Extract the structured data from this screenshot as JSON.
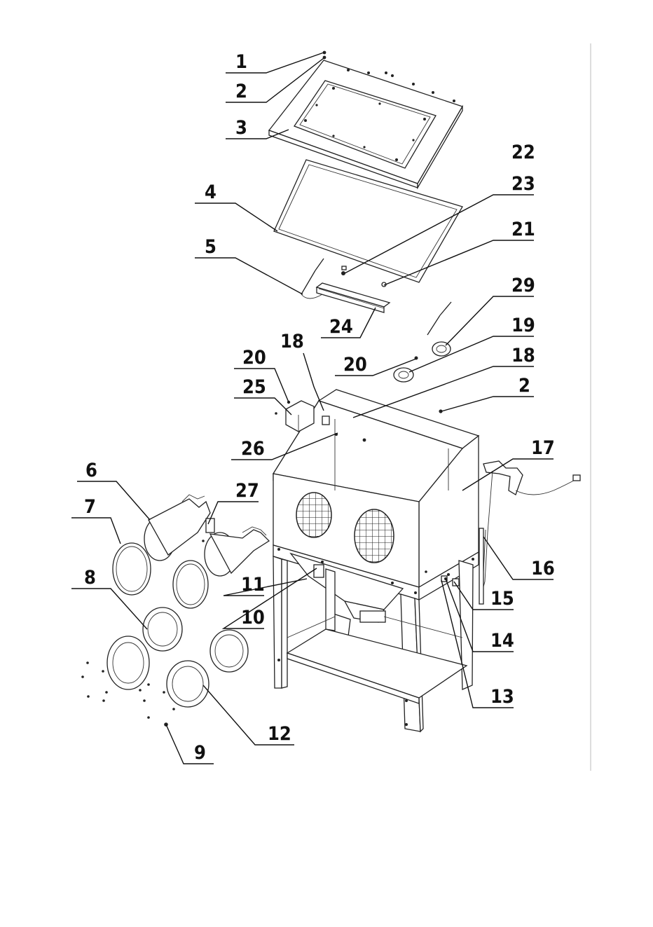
{
  "title": "",
  "callouts": [
    "1",
    "2",
    "3",
    "4",
    "5",
    "21",
    "22",
    "23",
    "24",
    "29",
    "19",
    "18",
    "20",
    "25",
    "26",
    "6",
    "27",
    "7",
    "8",
    "11",
    "10",
    "12",
    "9",
    "17",
    "16",
    "15",
    "14",
    "13"
  ],
  "colors": {
    "line": "#111111",
    "background": "#ffffff"
  }
}
